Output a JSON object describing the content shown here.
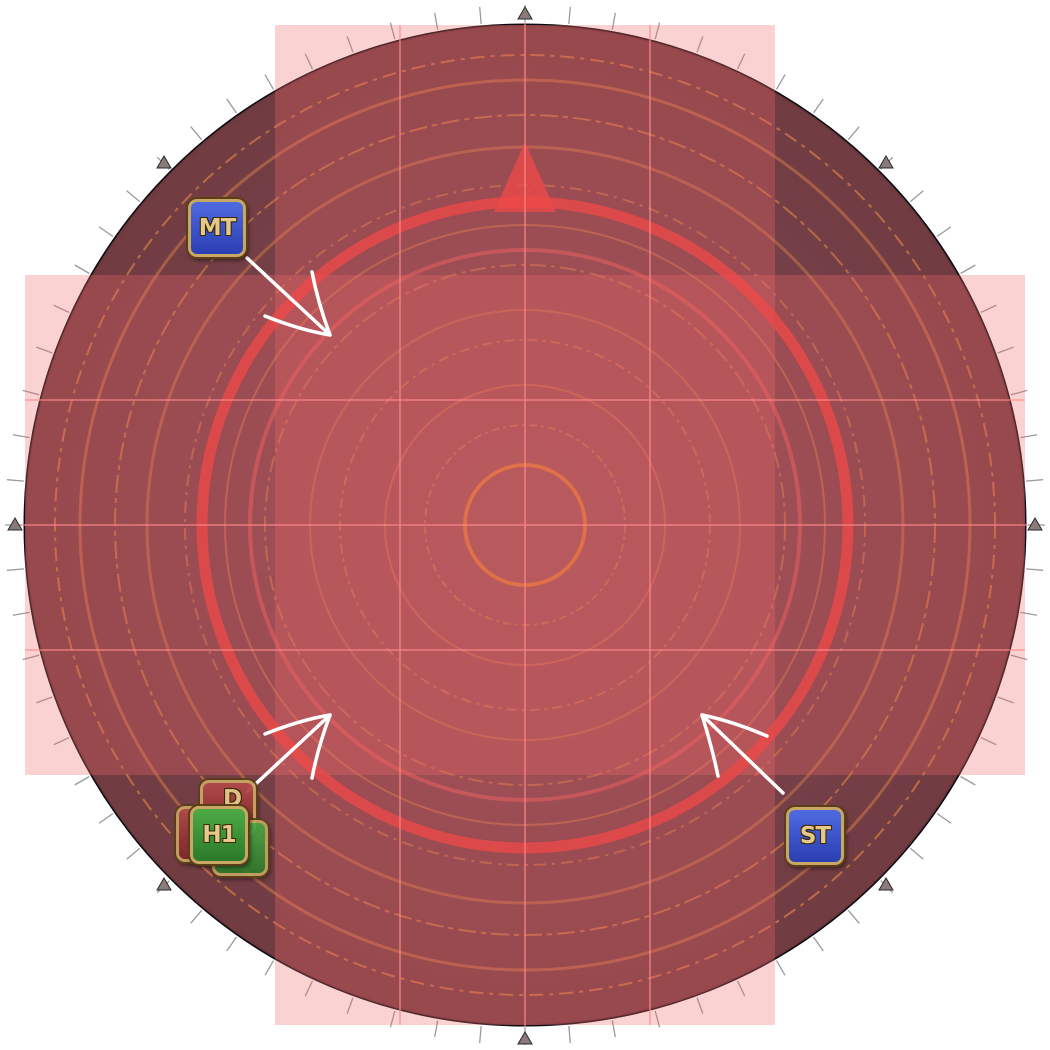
{
  "arena": {
    "floor_color": "#1e2535",
    "rune_color": "#b8892e",
    "aoe_color": "#f26b6b",
    "grid_line_color": "#ff8a8a",
    "tick_color": "#9a9a9a",
    "cardinal_marker_color": "#8a7a7a"
  },
  "markers": {
    "mt": {
      "label": "MT",
      "role": "tank",
      "color": "#3a52c8"
    },
    "st": {
      "label": "ST",
      "role": "tank",
      "color": "#3a52c8"
    },
    "h1": {
      "label": "H1",
      "role": "healer",
      "color": "#3a8f36"
    },
    "d_behind": {
      "label": "D",
      "role": "dps",
      "color": "#a33a3a"
    }
  },
  "movement_arrows": [
    {
      "name": "mt-arrow",
      "from": "mt"
    },
    {
      "name": "h1-arrow",
      "from": "h1"
    },
    {
      "name": "st-arrow",
      "from": "st"
    }
  ]
}
